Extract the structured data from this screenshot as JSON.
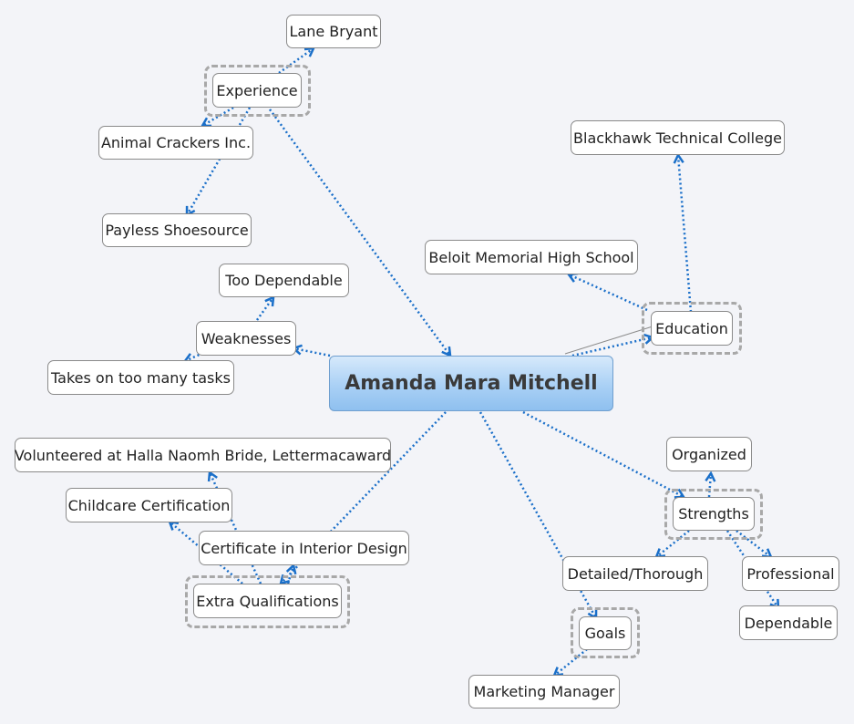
{
  "root": {
    "label": "Amanda Mara Mitchell"
  },
  "experience": {
    "label": "Experience",
    "children": [
      "Lane Bryant",
      "Animal Crackers Inc.",
      "Payless Shoesource"
    ]
  },
  "weaknesses": {
    "label": "Weaknesses",
    "children": [
      "Too Dependable",
      "Takes on too many tasks"
    ]
  },
  "education": {
    "label": "Education",
    "children": [
      "Blackhawk Technical College",
      "Beloit Memorial High School"
    ]
  },
  "extra": {
    "label": "Extra Qualifications",
    "children": [
      "Volunteered at Halla Naomh Bride, Lettermacaward",
      "Childcare Certification",
      "Certificate in Interior Design"
    ]
  },
  "strengths": {
    "label": "Strengths",
    "children": [
      "Organized",
      "Detailed/Thorough",
      "Professional",
      "Dependable"
    ]
  },
  "goals": {
    "label": "Goals",
    "children": [
      "Marketing Manager"
    ]
  },
  "colors": {
    "connector": "#1a6fc9",
    "relation": "#8a8a8a",
    "root_gradient_top": "#d6e9fb",
    "root_gradient_bottom": "#8fc0ef"
  }
}
